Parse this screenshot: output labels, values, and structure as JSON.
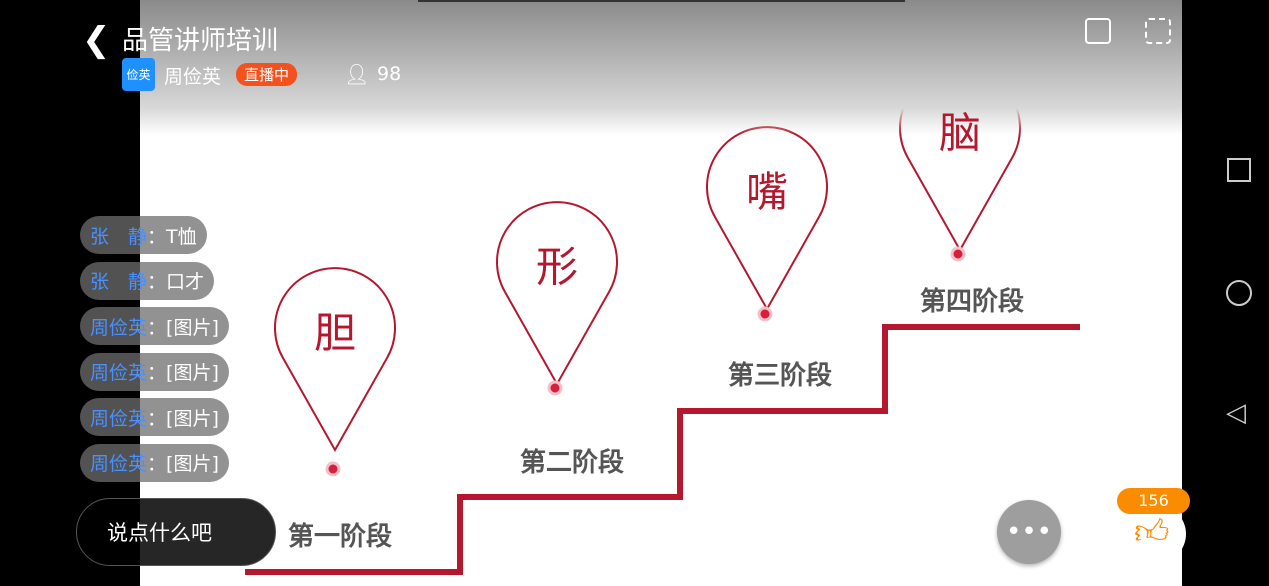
{
  "header": {
    "title": "品管讲师培训",
    "host_avatar": "俭英",
    "host": "周俭英",
    "live_badge": "直播中",
    "viewers": "98"
  },
  "slide": {
    "stages": [
      {
        "glyph": "胆",
        "label": "第一阶段"
      },
      {
        "glyph": "形",
        "label": "第二阶段"
      },
      {
        "glyph": "嘴",
        "label": "第三阶段"
      },
      {
        "glyph": "脑",
        "label": "第四阶段"
      }
    ],
    "accent": "#b5182e"
  },
  "chat": [
    {
      "name": "张　静",
      "text": "T恤"
    },
    {
      "name": "张　静",
      "text": "口才"
    },
    {
      "name": "周俭英",
      "text": "[图片]"
    },
    {
      "name": "周俭英",
      "text": "[图片]"
    },
    {
      "name": "周俭英",
      "text": "[图片]"
    },
    {
      "name": "周俭英",
      "text": "[图片]"
    }
  ],
  "input": {
    "placeholder": "说点什么吧"
  },
  "likes": "156",
  "colon": "："
}
